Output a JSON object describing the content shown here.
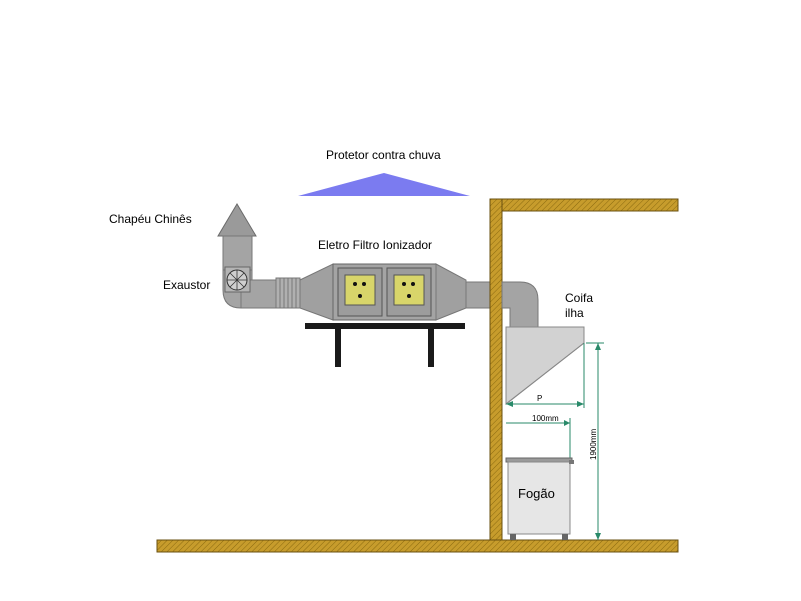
{
  "labels": {
    "rain_protector": "Protetor contra chuva",
    "chinese_hat": "Chapéu Chinês",
    "filter": "Eletro Filtro Ionizador",
    "exhaust": "Exaustor",
    "hood_line1": "Coifa",
    "hood_line2": "ilha",
    "depth": "P",
    "clearance": "100mm",
    "height": "1900mm",
    "stove": "Fogão"
  },
  "colors": {
    "duct": "#a4a4a4",
    "duct_dark": "#8a8a8a",
    "filter_panel": "#d8d56a",
    "protector": "#7b7bf0",
    "wall": "#c79c2c",
    "structure": "#1a1a1a",
    "hood": "#d2d2d2",
    "dimension": "#2a8a6a"
  }
}
